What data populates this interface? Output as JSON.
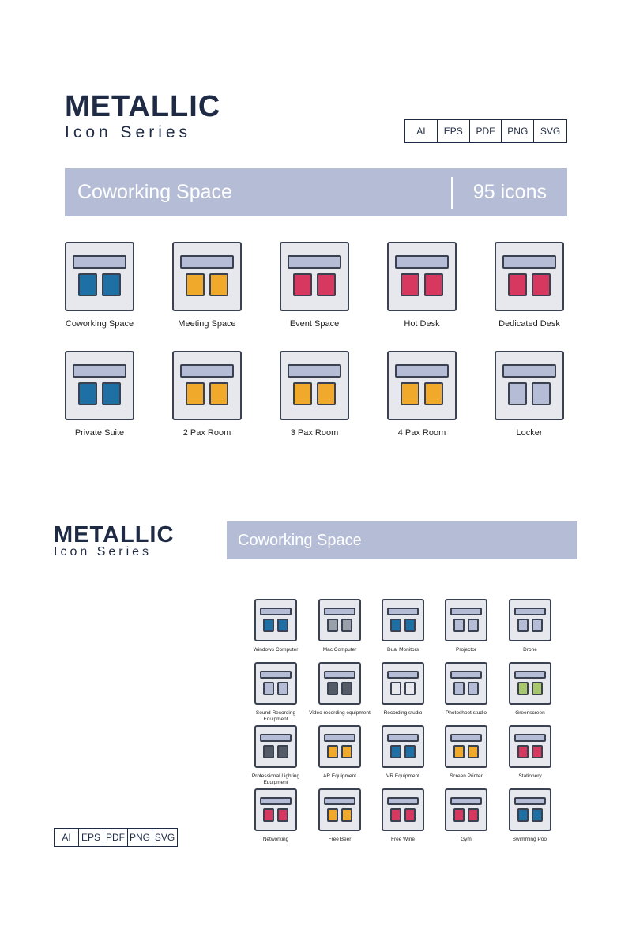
{
  "top": {
    "brand": "METALLIC",
    "subtitle": "Icon Series",
    "formats": [
      "AI",
      "EPS",
      "PDF",
      "PNG",
      "SVG"
    ],
    "banner_title": "Coworking Space",
    "banner_count": "95 icons",
    "icons": [
      {
        "label": "Coworking Space",
        "color": "#1e6fa3"
      },
      {
        "label": "Meeting Space",
        "color": "#f0a92a"
      },
      {
        "label": "Event Space",
        "color": "#d6385f"
      },
      {
        "label": "Hot Desk",
        "color": "#d6385f"
      },
      {
        "label": "Dedicated Desk",
        "color": "#d6385f"
      },
      {
        "label": "Private Suite",
        "color": "#1e6fa3"
      },
      {
        "label": "2 Pax Room",
        "color": "#f0a92a"
      },
      {
        "label": "3 Pax Room",
        "color": "#f0a92a"
      },
      {
        "label": "4 Pax Room",
        "color": "#f0a92a"
      },
      {
        "label": "Locker",
        "color": "#b5bdd6"
      }
    ]
  },
  "bottom": {
    "brand": "METALLIC",
    "subtitle": "Icon Series",
    "banner_title": "Coworking Space",
    "formats": [
      "AI",
      "EPS",
      "PDF",
      "PNG",
      "SVG"
    ],
    "icons": [
      {
        "label": "Windows Computer",
        "color": "#1e6fa3"
      },
      {
        "label": "Mac Computer",
        "color": "#9aa0aa"
      },
      {
        "label": "Dual Monitors",
        "color": "#1e6fa3"
      },
      {
        "label": "Projector",
        "color": "#b5bdd6"
      },
      {
        "label": "Drone",
        "color": "#b5bdd6"
      },
      {
        "label": "Sound Recording Equipment",
        "color": "#b5bdd6"
      },
      {
        "label": "Video recording equipment",
        "color": "#555b66"
      },
      {
        "label": "Recording studio",
        "color": "#e6e8ee"
      },
      {
        "label": "Photoshoot studio",
        "color": "#b5bdd6"
      },
      {
        "label": "Greenscreen",
        "color": "#a8c66c"
      },
      {
        "label": "Professional Lighting Equipment",
        "color": "#555b66"
      },
      {
        "label": "AR Equipment",
        "color": "#f0a92a"
      },
      {
        "label": "VR Equipment",
        "color": "#1e6fa3"
      },
      {
        "label": "Screen Printer",
        "color": "#f0a92a"
      },
      {
        "label": "Stationery",
        "color": "#d6385f"
      },
      {
        "label": "Networking",
        "color": "#d6385f"
      },
      {
        "label": "Free Beer",
        "color": "#f0a92a"
      },
      {
        "label": "Free Wine",
        "color": "#d6385f"
      },
      {
        "label": "Gym",
        "color": "#d6385f"
      },
      {
        "label": "Swimming Pool",
        "color": "#1e6fa3"
      }
    ]
  }
}
